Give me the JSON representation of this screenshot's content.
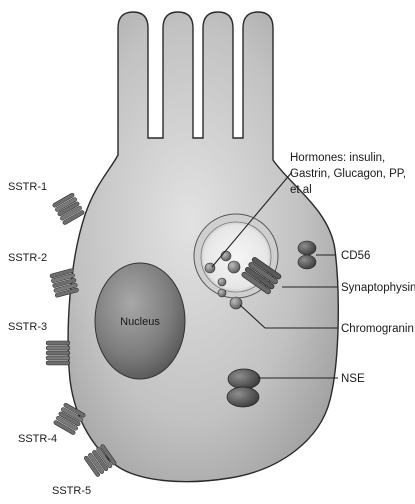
{
  "diagram": {
    "nucleus_label": "Nucleus",
    "receptors": [
      {
        "name": "SSTR-1"
      },
      {
        "name": "SSTR-2"
      },
      {
        "name": "SSTR-3"
      },
      {
        "name": "SSTR-4"
      },
      {
        "name": "SSTR-5"
      }
    ],
    "markers": {
      "hormones_line1": "Hormones: insulin,",
      "hormones_line2": "Gastrin, Glucagon, PP,",
      "hormones_line3": "et al",
      "cd56": "CD56",
      "synaptophysin": "Synaptophysin",
      "chromogranin": "Chromogranin A",
      "nse": "NSE"
    },
    "colors": {
      "cell_body": "#b5b5b5",
      "nucleus": "#7a7a7a",
      "outline": "#2a2a2a",
      "receptor": "#6e6e6e"
    }
  }
}
